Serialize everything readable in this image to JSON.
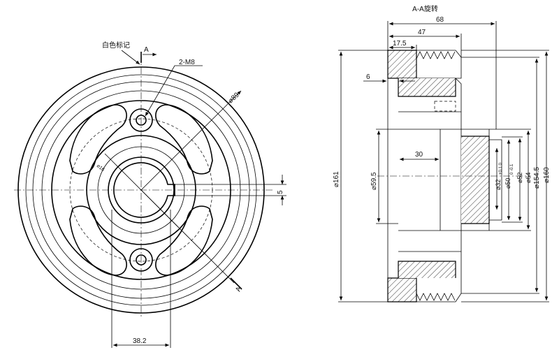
{
  "front_view": {
    "white_mark_label": "白色标记",
    "section_mark_top": "A",
    "section_mark_bottom": "A",
    "bolt_label": "2-M8",
    "pcd_label": "⌀89",
    "hub_label": "⌀16",
    "keyway_label": "5",
    "width_label": "38.2"
  },
  "section_view": {
    "title": "A-A旋转",
    "dim_total_width": "68",
    "dim_47": "47",
    "dim_17_5": "17.5",
    "dim_6": "6",
    "dim_30": "30",
    "dim_d161": "⌀161",
    "dim_d59_5": "⌀59.5",
    "dim_d32": "⌀32",
    "dim_d32_tol": "+0.1 0",
    "dim_d50": "⌀50",
    "dim_d50_tol": "0 -0.1",
    "dim_d52": "⌀52",
    "dim_d64": "⌀64",
    "dim_d154_5": "⌀154.5",
    "dim_d160": "⌀160"
  }
}
